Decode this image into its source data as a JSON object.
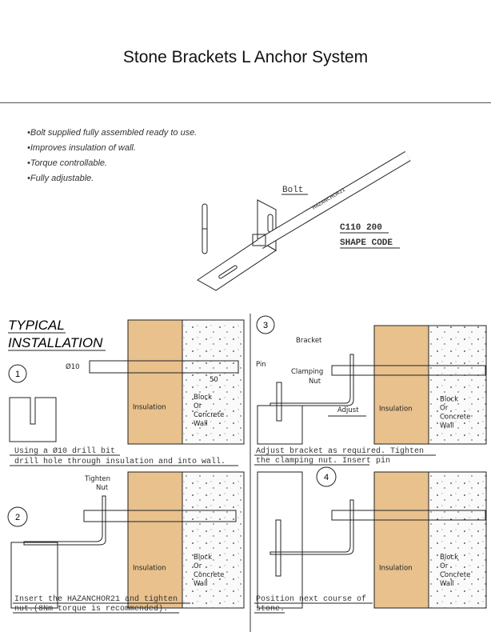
{
  "title": "Stone Brackets L Anchor System",
  "bullets": [
    "Bolt  supplied fully assembled ready to use.",
    "Improves insulation of  wall.",
    "Torque controllable.",
    "Fully adjustable."
  ],
  "product": {
    "bolt_label": "Bolt",
    "brand_on_bolt": "HAZANCHOR21",
    "code": "C110 200",
    "code_label": "SHAPE CODE"
  },
  "heading": {
    "line1": "TYPICAL",
    "line2": "INSTALLATION"
  },
  "labels": {
    "insulation": "Insulation",
    "wall": [
      "Block",
      "Or",
      "Concrete",
      "Wall"
    ],
    "diameter": "Ø10",
    "depth": "50",
    "bracket": "Bracket",
    "pin": "Pin",
    "clamping": [
      "Clamping",
      "Nut"
    ],
    "adjust": "Adjust",
    "tighten": [
      "Tighten",
      "Nut"
    ]
  },
  "steps": [
    {
      "number": "1",
      "caption": [
        "Using a Ø10 drill bit",
        "drill hole through insulation and into wall."
      ]
    },
    {
      "number": "2",
      "caption": [
        "Insert the HAZANCHOR21 and tighten",
        "nut.(8Nm torque is recommended)."
      ]
    },
    {
      "number": "3",
      "caption": [
        "Adjust bracket as required. Tighten",
        "the clamping nut. Insert pin"
      ]
    },
    {
      "number": "4",
      "caption": [
        "Position next course of",
        "stone."
      ]
    }
  ],
  "colors": {
    "insulation": "#e8c18d",
    "line": "#222222"
  }
}
